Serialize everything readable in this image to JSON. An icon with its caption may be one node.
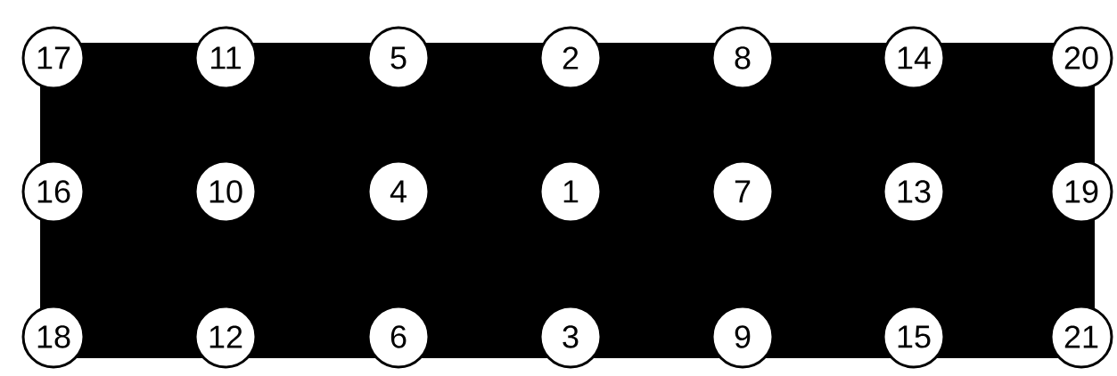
{
  "diagram": {
    "nodes": [
      {
        "text": [
          "17"
        ]
      },
      {
        "text": [
          "11"
        ]
      },
      {
        "text": [
          "5"
        ]
      },
      {
        "text": [
          "2"
        ]
      },
      {
        "text": [
          "8"
        ]
      },
      {
        "text": [
          "14"
        ]
      },
      {
        "text": [
          "20"
        ]
      },
      {
        "text": [
          "16"
        ]
      },
      {
        "text": [
          "10"
        ]
      },
      {
        "text": [
          "4"
        ]
      },
      {
        "text": [
          "1"
        ]
      },
      {
        "text": [
          "7"
        ]
      },
      {
        "text": [
          "13"
        ]
      },
      {
        "text": [
          "19"
        ]
      },
      {
        "text": [
          "18"
        ]
      },
      {
        "text": [
          "12"
        ]
      },
      {
        "text": [
          "6"
        ]
      },
      {
        "text": [
          "3"
        ]
      },
      {
        "text": [
          "9"
        ]
      },
      {
        "text": [
          "15"
        ]
      },
      {
        "text": [
          "21"
        ]
      }
    ]
  }
}
